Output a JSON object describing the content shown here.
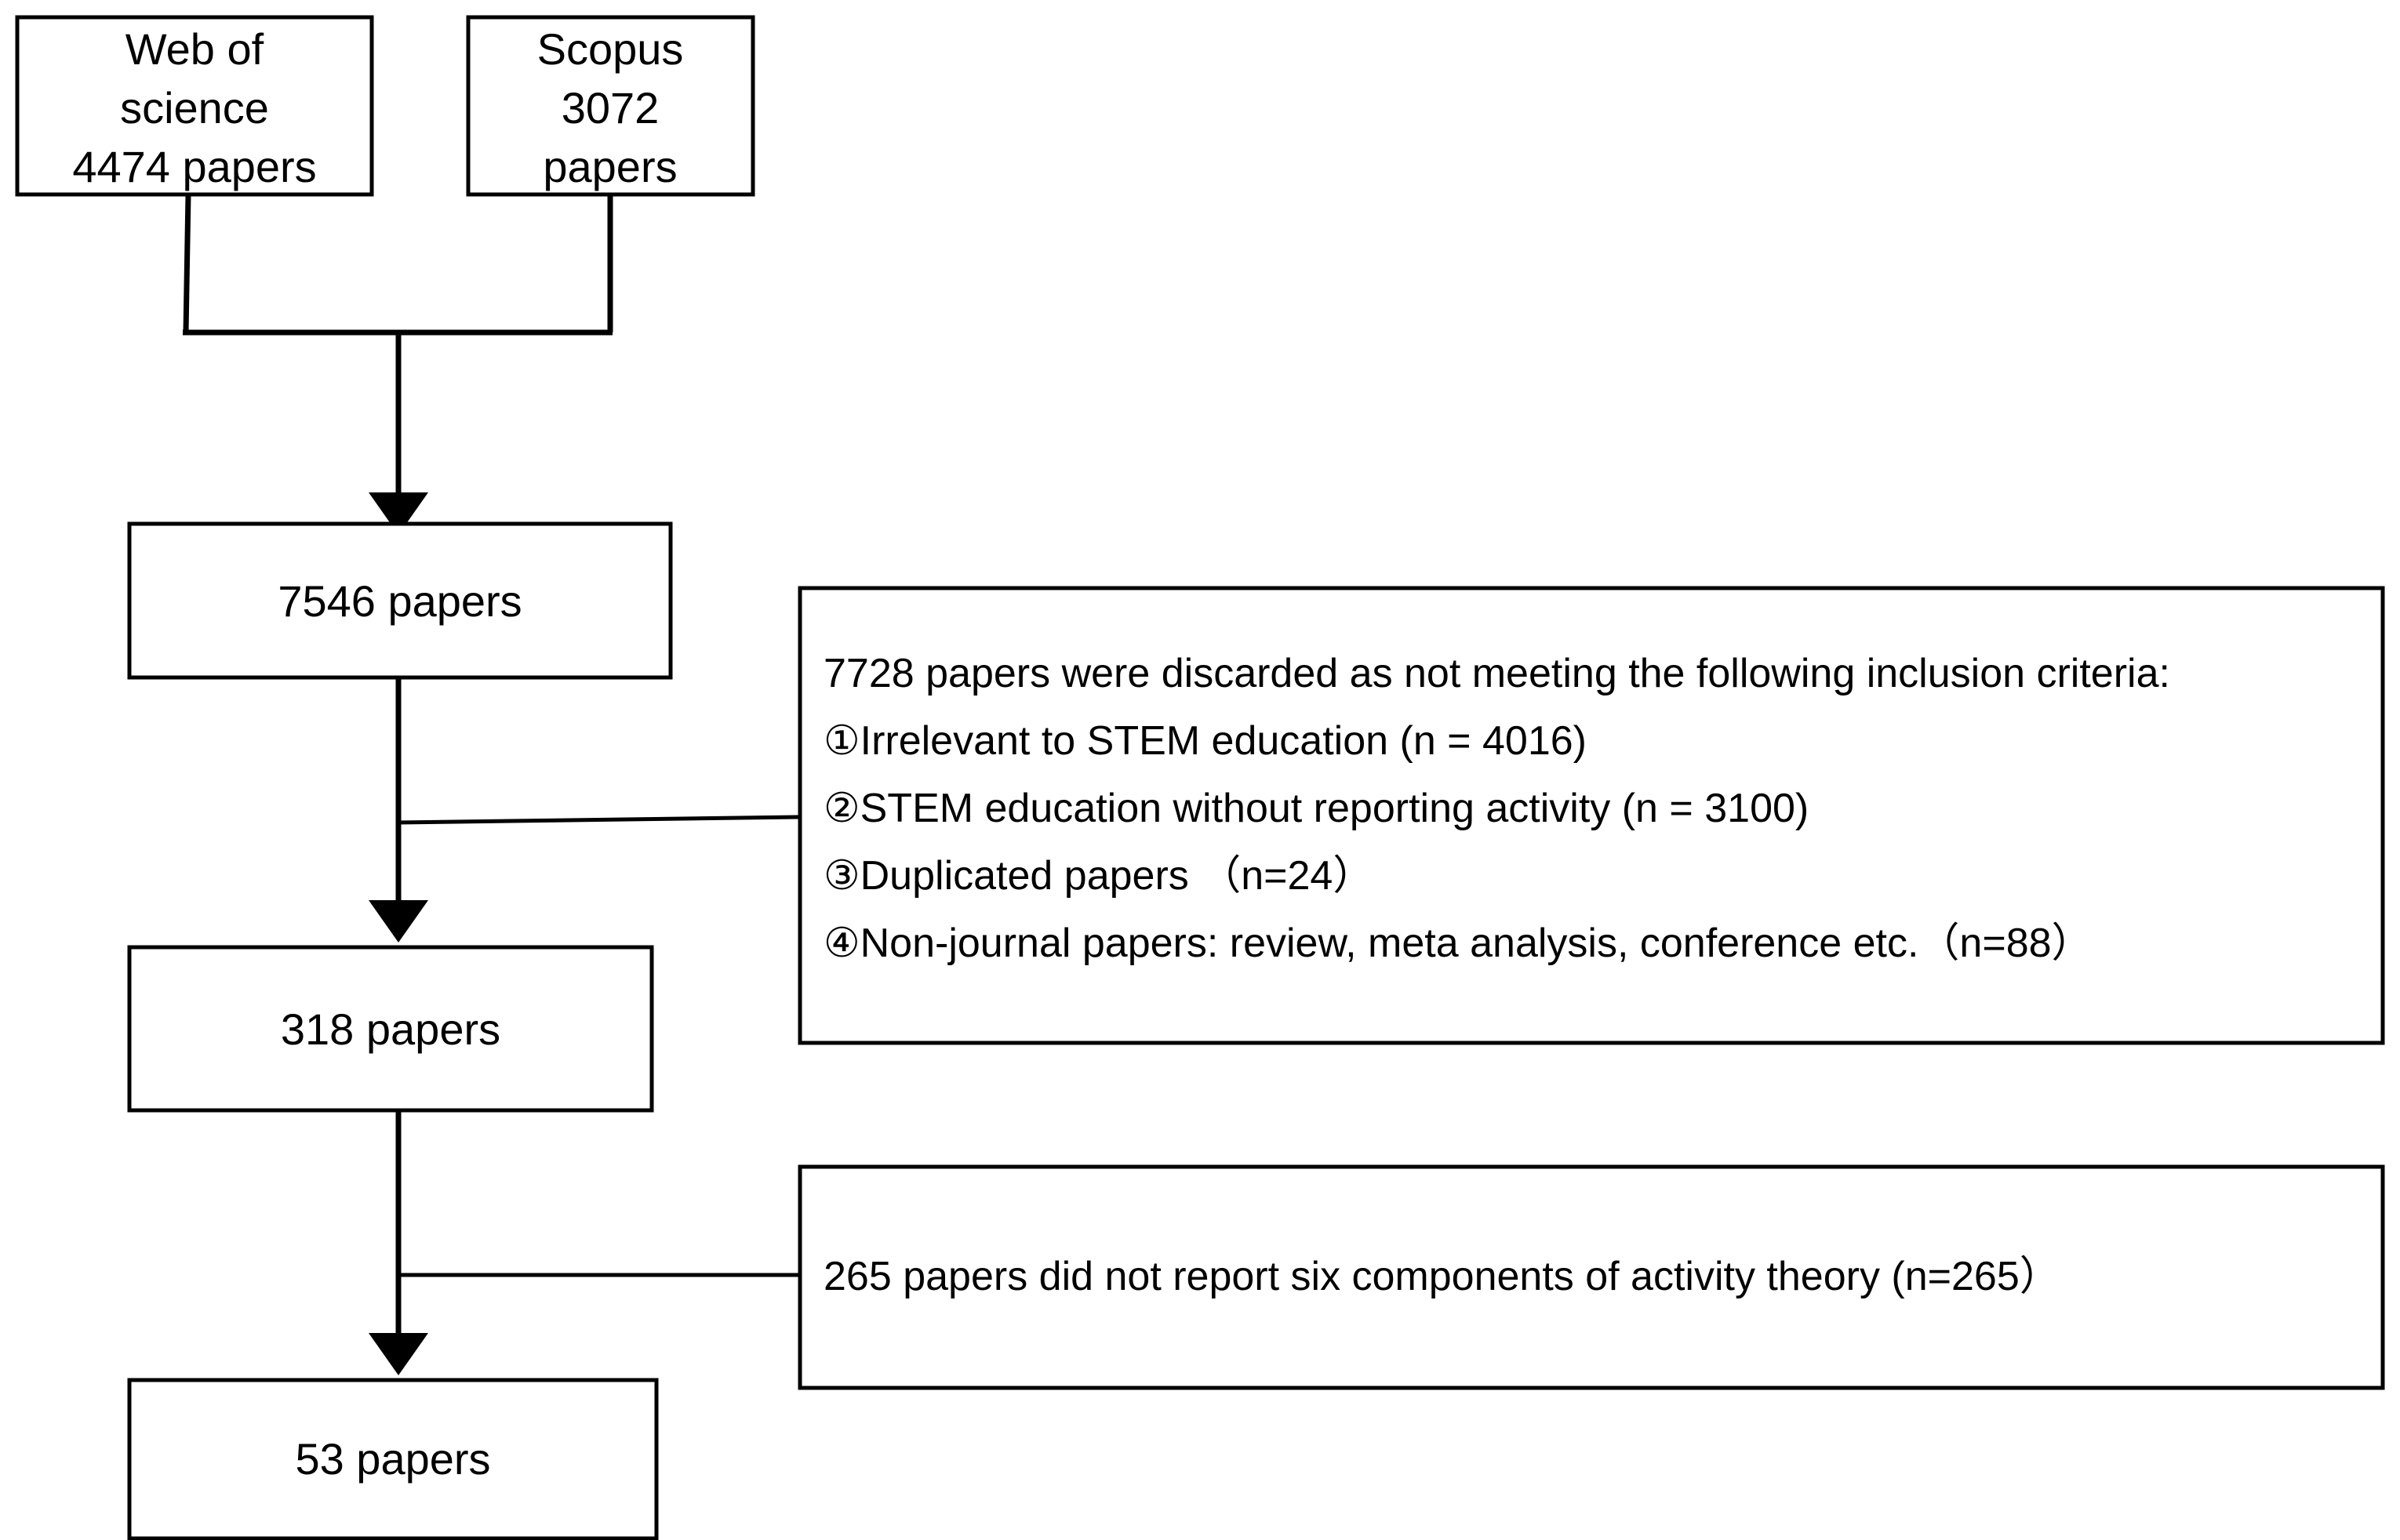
{
  "diagram": {
    "title": "Paper selection flow diagram",
    "type": "prisma-flowchart",
    "background_color": "#ffffff",
    "line_color": "#000000",
    "box_fill_color": "#ffffff"
  },
  "sources": [
    {
      "id": "web-of-science",
      "lines": [
        "Web of",
        "science",
        "4474 papers"
      ],
      "line1": "Web of",
      "line2": "science",
      "line3": "4474 papers",
      "count": 4474
    },
    {
      "id": "scopus",
      "lines": [
        "Scopus",
        "3072",
        "papers"
      ],
      "line1": "Scopus",
      "line2": "3072",
      "line3": "papers",
      "count": 3072
    }
  ],
  "stages": [
    {
      "id": "combined",
      "label": "7546 papers",
      "count": 7546
    },
    {
      "id": "screened",
      "label": "318 papers",
      "count": 318
    },
    {
      "id": "included",
      "label": "53 papers",
      "count": 53
    }
  ],
  "exclusions": [
    {
      "id": "exclusion-criteria-box",
      "heading": "7728 papers were discarded as not meeting the following inclusion criteria:",
      "items": [
        "①Irrelevant to STEM education (n = 4016)",
        "②STEM education without reporting activity (n = 3100)",
        "③Duplicated papers （n=24）",
        "④Non-journal papers: review, meta analysis, conference etc.（n=88）"
      ],
      "total_discarded": 7728
    },
    {
      "id": "exclusion-components-box",
      "heading": "265 papers did not report six components of activity theory (n=265）",
      "items": [],
      "total_discarded": 265
    }
  ]
}
